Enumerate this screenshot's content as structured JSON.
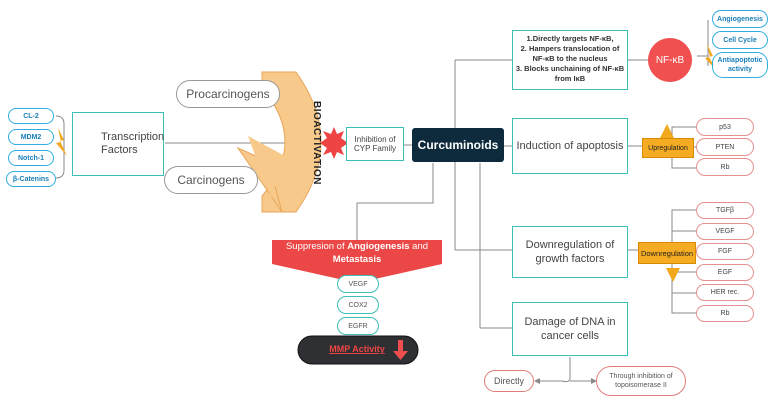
{
  "center": {
    "label": "Curcuminoids"
  },
  "cyp": {
    "label": "Inhibition of CYP Family"
  },
  "bioactivation": {
    "label": "BIOACTIVATION"
  },
  "procarcinogens": {
    "label": "Procarcinogens"
  },
  "carcinogens": {
    "label": "Carcinogens"
  },
  "transcription": {
    "label": "Transcription Factors",
    "items": [
      "CL-2",
      "MDM2",
      "Notch-1",
      "β-Catenins"
    ]
  },
  "nfkb": {
    "lines": [
      "1.Directly targets NF-κB,",
      "2. Hampers translocation of",
      "NF-κB to the nucleus",
      "3. Blocks unchaining of NF-κB",
      "from IκB"
    ],
    "circle": "NF-κB",
    "targets": [
      "Angiogenesis",
      "Cell Cycle",
      "Antiapoptotic activity"
    ]
  },
  "apoptosis": {
    "label": "Induction of apoptosis",
    "tag": "Upregulation",
    "items": [
      "p53",
      "PTEN",
      "Rb"
    ]
  },
  "growth": {
    "label": "Downregulation of growth factors",
    "tag": "Downregulation",
    "items": [
      "TGFβ",
      "VEGF",
      "FGF",
      "EGF",
      "HER rec.",
      "Rb"
    ]
  },
  "dna": {
    "label": "Damage of DNA in cancer cells",
    "direct": "Directly",
    "indirect": "Through inhibition of topoisomerase II"
  },
  "angio": {
    "label_prefix": "Suppresion of ",
    "label_bold1": "Angiogenesis",
    "label_mid": " and ",
    "label_bold2": "Metastasis",
    "items": [
      "VEGF",
      "COX2",
      "EGFR"
    ],
    "mmp": "MMP Activity"
  },
  "colors": {
    "teal": "#3bbfb6",
    "navy": "#0e2a3d",
    "red": "#e84a4a",
    "blue": "#2eaee0",
    "amber": "#f2a81c",
    "orange": "#f7c98a"
  }
}
